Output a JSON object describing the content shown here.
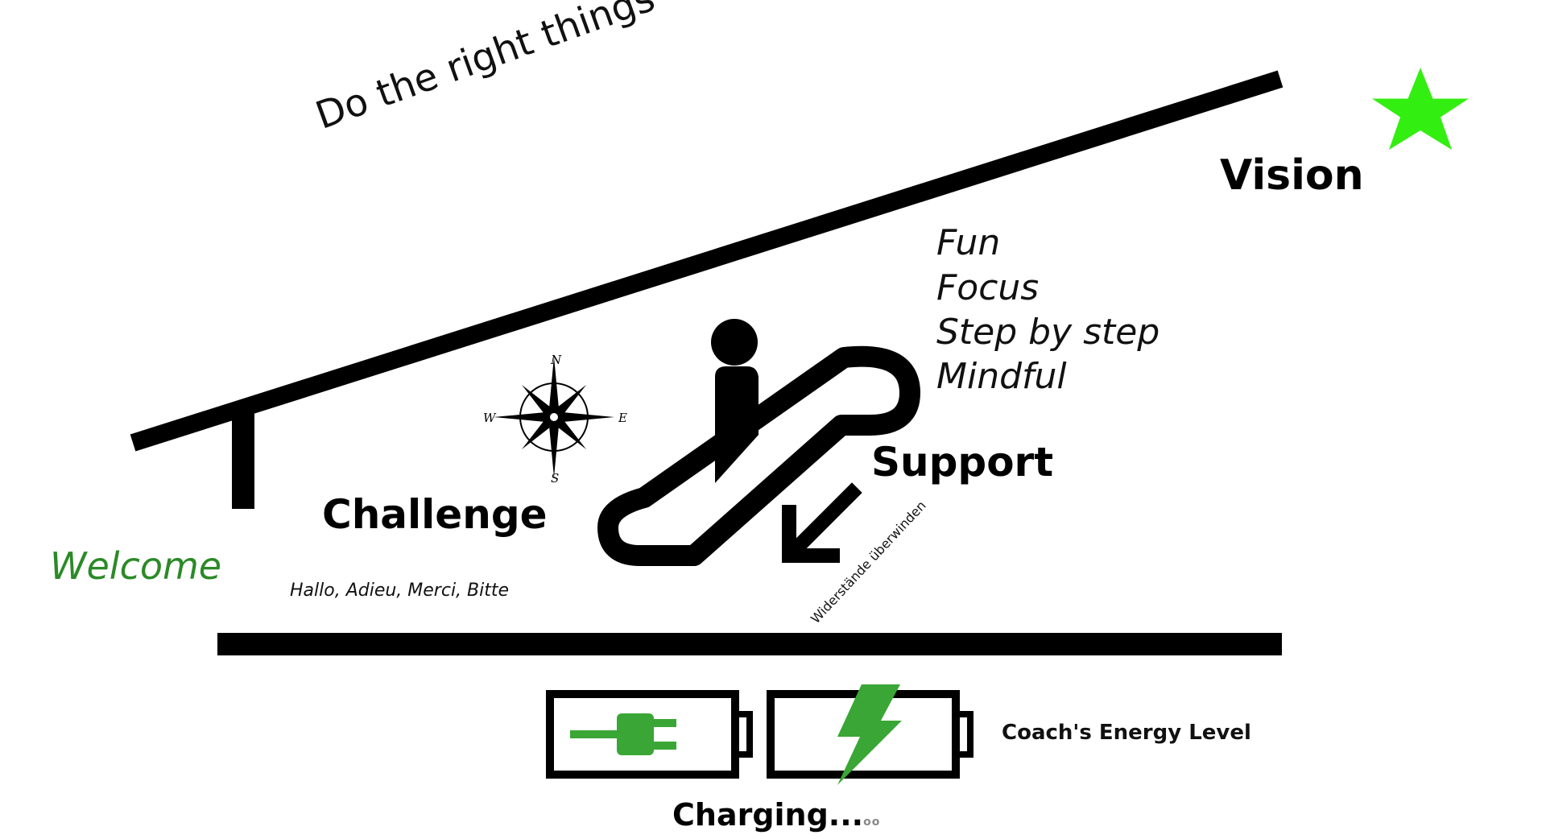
{
  "slogan": "Do the right things - and do things right",
  "vision_label": "Vision",
  "values": [
    "Fun",
    "Focus",
    "Step by step",
    "Mindful"
  ],
  "support_label": "Support",
  "challenge_label": "Challenge",
  "welcome_label": "Welcome",
  "greetings": "Hallo, Adieu, Merci, Bitte",
  "resistance_label": "Widerstände überwinden",
  "compass": {
    "north": "N",
    "south": "S",
    "east": "E",
    "west": "W"
  },
  "energy_label": "Coach's Energy Level",
  "charging_label": "Charging...",
  "charging_dots": "oo",
  "colors": {
    "green": "#33ee11",
    "welcome_green": "#2b8a27",
    "plug_green": "#3aa635",
    "lines": "#000000"
  },
  "icons": [
    "star-icon",
    "compass-icon",
    "escalator-person-icon",
    "down-left-arrow-icon",
    "battery-plug-icon",
    "battery-lightning-icon"
  ]
}
